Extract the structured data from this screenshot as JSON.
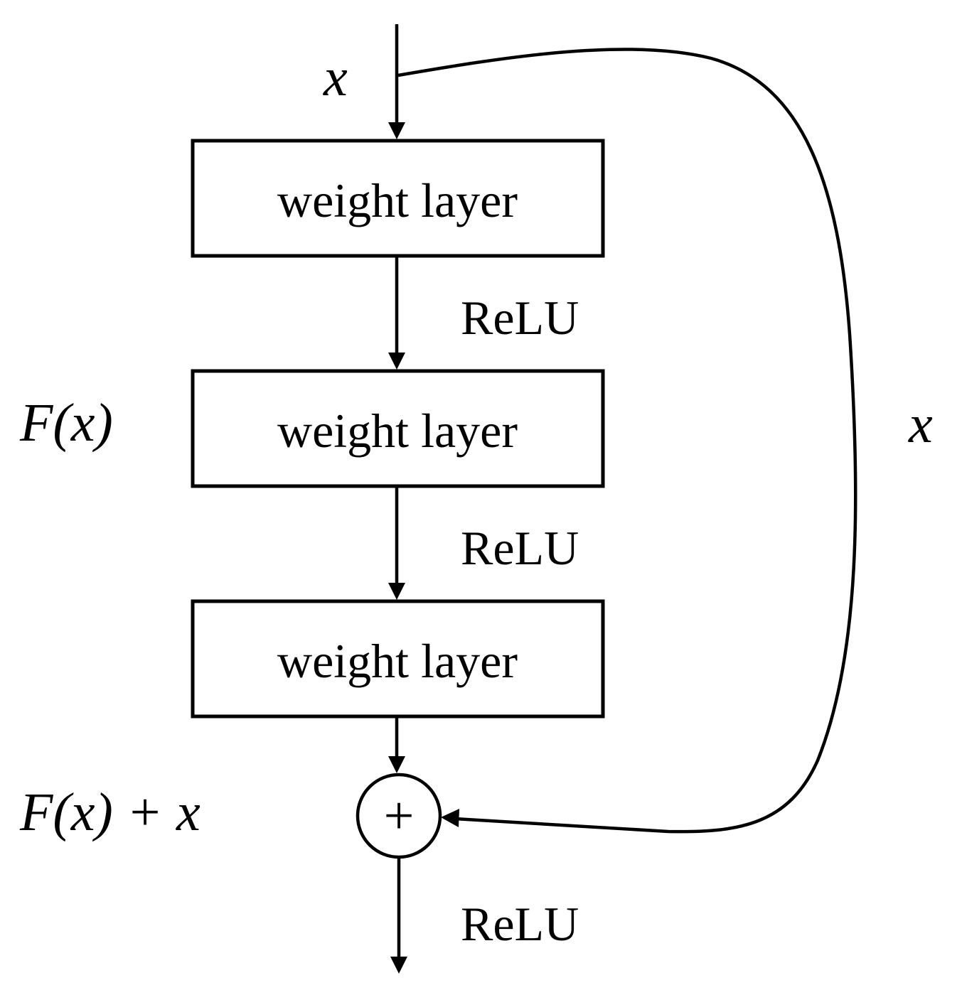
{
  "diagram": {
    "input_label": "x",
    "layers": [
      {
        "label": "weight layer"
      },
      {
        "label": "weight layer"
      },
      {
        "label": "weight layer"
      }
    ],
    "activations": [
      "ReLU",
      "ReLU",
      "ReLU"
    ],
    "residual_function_label": "F(x)",
    "skip_label": "x",
    "sum_label": "F(x) + x",
    "sum_operator": "+"
  }
}
